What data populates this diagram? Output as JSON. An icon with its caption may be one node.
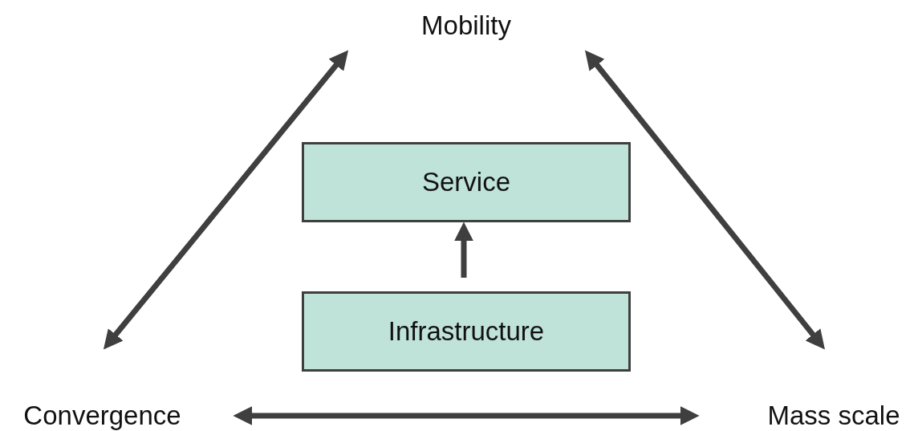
{
  "diagram": {
    "nodes": [
      {
        "text": [
          "Mobility"
        ]
      },
      {
        "text": [
          "Service"
        ]
      },
      {
        "text": [
          "Infrastructure"
        ]
      },
      {
        "text": [
          "Convergence"
        ]
      },
      {
        "text": [
          "Mass scale"
        ]
      }
    ],
    "edges": [
      {
        "from": 3,
        "to": 0,
        "arrow": "both"
      },
      {
        "from": 0,
        "to": 4,
        "arrow": "both"
      },
      {
        "from": 2,
        "to": 1,
        "arrow": "to"
      },
      {
        "from": 3,
        "to": 4,
        "arrow": "both"
      }
    ]
  }
}
